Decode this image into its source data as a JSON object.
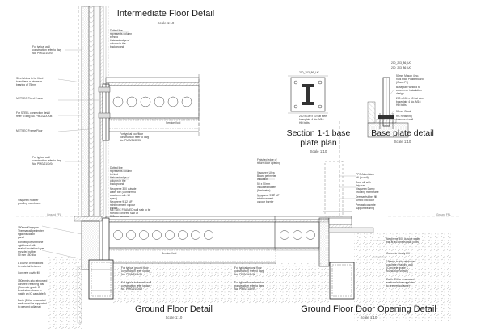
{
  "titles": {
    "intermediate": "Intermediate Floor Detail",
    "section_line1": "Section 1-1 base",
    "section_line2": "plate plan",
    "base_plate": "Base plate detail",
    "ground_floor": "Ground Floor Detail",
    "ground_door": "Ground Floor Door Opening Detail"
  },
  "scale": "Scale 1:10",
  "section_labels": {
    "s1": "200_203_86_UC",
    "s2": "200_203_86_UC"
  },
  "levels": {
    "left": "Ground FFL",
    "right": "Ground FFL"
  },
  "notes": {
    "a1": "For typical wall\nconstruction refer to dwg\nNo. PMG/21/D/04",
    "a2": "Dotted line\nrepresents column\nbehind",
    "a3": "Hatched edge of\ncolumn in the\nbackground",
    "a4": "Steel shims to be fitted\nto achieve a minimum\nbearing of 75mm",
    "a5": "METSEC Fixed Frame",
    "a6": "For STEEL connection detail\nrefer to dwg No. PMG/21/D/08",
    "a7": "METSEC Frame Floor",
    "a8": "Service Void",
    "a9": "For typical roof/floor\nconstruction refer to dwg\nNo. PMG/21/D/05",
    "b1": "For typical wall\nconstruction refer to dwg\nNo. PMG/21/D/04",
    "b2": "Dotted line\nrepresents column\nbehind",
    "b3": "Hatched edge of\ncolumn in the\nbackground",
    "b4": "Neoprene 300 outside\nwater bar (Conform to\ncruciform with 10\nspec.)",
    "b5": "Neoprene 9-12 MF\nreinforcement vapour\nbarrier",
    "b6": "METSEC FRAMED wall slab to be\nfixed to concrete slab at\n300mm centres",
    "b7": "Visqueen Rubber\nproofing membrane",
    "b8": "150mm Kingspan\nThermawall perimeter\nrigid insulation\npanel",
    "b9": "Bonded polyurethane\nrigid board with\nsealed insulation layer\nrecycled rubber\n50 mm 150 dia",
    "b10": "A course of brickwork\nto material between",
    "b11": "Concrete cavity fill",
    "b12": "150mm in-situ reinforced\nconcrete retaining wall\n(Concrete grade C\nfoundation shown to\nmatch an IC calculated)",
    "b13": "Earth (Either excavated\nearth must be supported\nto prevent collapse)",
    "b14": "Service Void",
    "b15": "For typical ground floor\nconstruction refer to dwg\nNo. PMG/21/D/06",
    "b16": "For typical basement wall\nconstruction refer to dwg\nNo. PMG/21/D/09",
    "c1": "Finished edge of\nreturn door opening",
    "c2": "Visqueen Ultra\nBoard perimeter\ninsulation",
    "c3": "50 x 50mm\ninsulated batten\n(Perimeter)",
    "c4": "Neoprene 9-12 MF\nreinforcement\nvapour barrier",
    "c5": "For typical ground floor\nconstruction refer to dwg\nNo. PMG/21/D/06",
    "c6": "For typical basement wall\nconstruction refer to dwg\nNo. PMG/21/D/09",
    "d1": "PPC Aluminium\nsill (to suit)",
    "d2": "Door sill with\ndrip bar",
    "d3": "Visqueen Damp\nproofing membrane",
    "d4": "Dresser/rubber fill\nturned into door",
    "d5": "Precast concrete\nsupport bearing",
    "e1": "Neoprene 300 outside water\nbar at all construction joints",
    "e2": "Concrete Cavity Fill",
    "e3": "150mm in-situ reinforced\nconcrete retaining wall\n(Concrete grade C\nfoundation shown)",
    "e4": "Earth (Either excavated\nearth must be supported\nto prevent collapse)",
    "f1": "200 x 100 x 10 flat steel\nbaseplate 4 No. M16\nHD bolts",
    "f2": "200_203_86_UC",
    "f3": "50mm Mason 4 no.\nnuts thick Plasterboard\n(Class F1)",
    "f4": "Baseplate welded to\ncolumn on installation\ndesign",
    "f5": "200 x 100 x 10 flat steel\nbaseplate 4 No. M16\nHD bolts",
    "f6": "50mm Grout",
    "f7": "RC Retaining\nbasement wall"
  }
}
